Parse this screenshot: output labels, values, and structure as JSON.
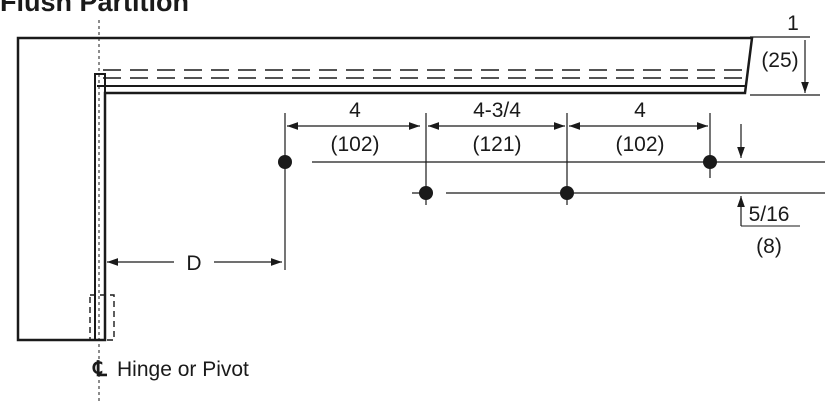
{
  "diagram": {
    "title": "Flush Partition",
    "dimensions": {
      "top_offset": {
        "value": "1",
        "metric": "(25)"
      },
      "spacing_left": {
        "value": "4",
        "metric": "(102)"
      },
      "spacing_middle": {
        "value": "4-3/4",
        "metric": "(121)"
      },
      "spacing_right": {
        "value": "4",
        "metric": "(102)"
      },
      "vertical_offset": {
        "value": "5/16",
        "metric": "(8)"
      },
      "hinge_distance": {
        "label": "D"
      }
    },
    "centerline_symbol": "℄",
    "centerline_label": "Hinge or Pivot"
  }
}
